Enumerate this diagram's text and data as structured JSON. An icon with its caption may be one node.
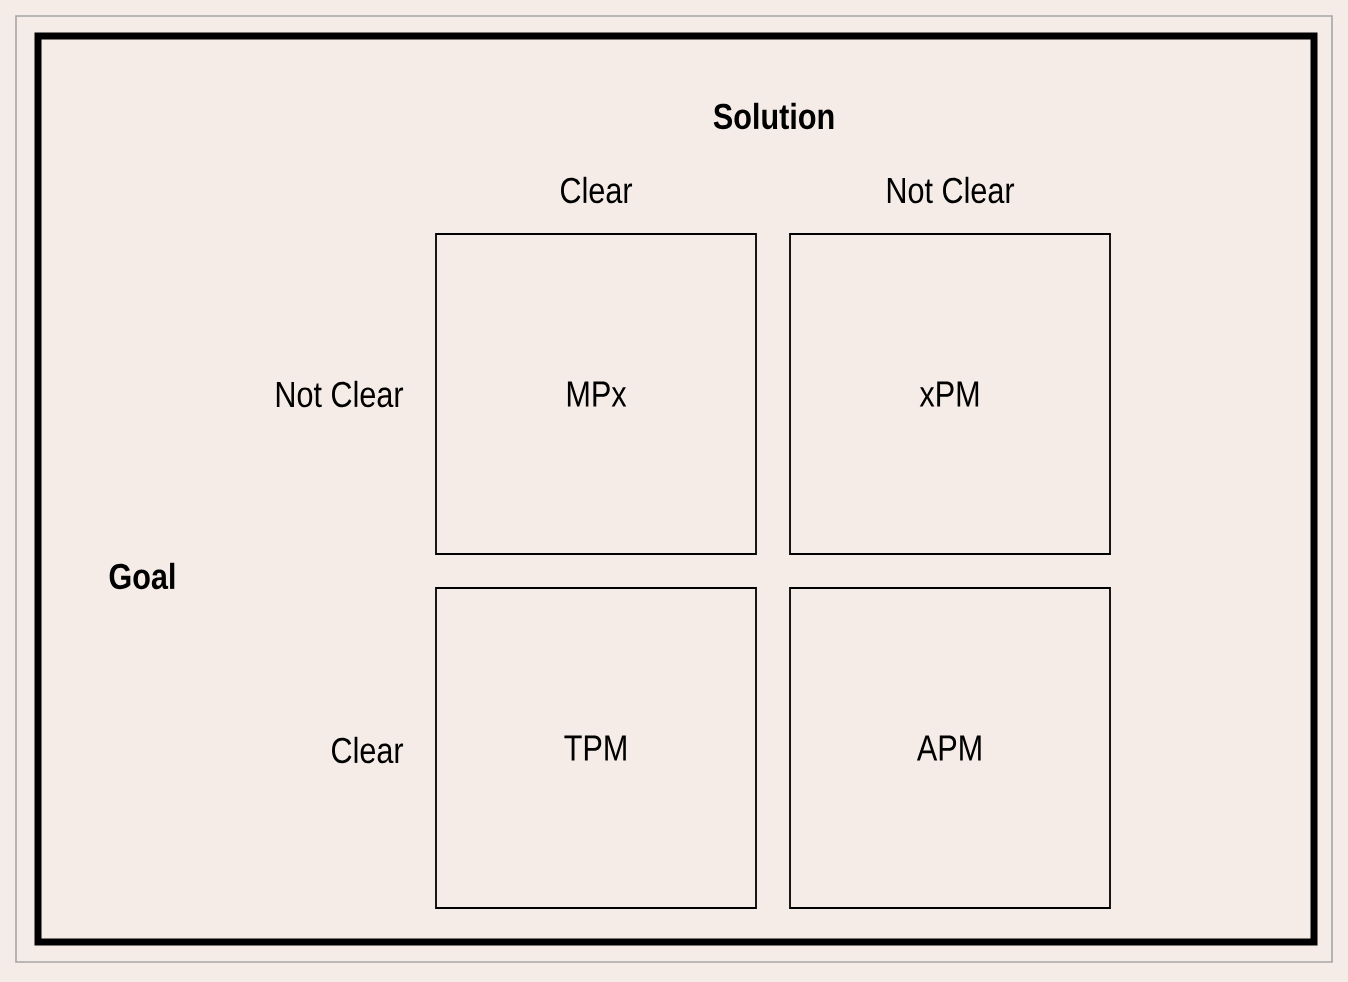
{
  "diagram": {
    "nodes": [
      {
        "text": [
          "MPx"
        ]
      },
      {
        "text": [
          "xPM"
        ]
      },
      {
        "text": [
          "TPM"
        ]
      },
      {
        "text": [
          "APM"
        ]
      }
    ],
    "labels": [
      "Solution",
      "Clear",
      "Not Clear",
      "Not Clear",
      "Goal",
      "Clear"
    ]
  }
}
